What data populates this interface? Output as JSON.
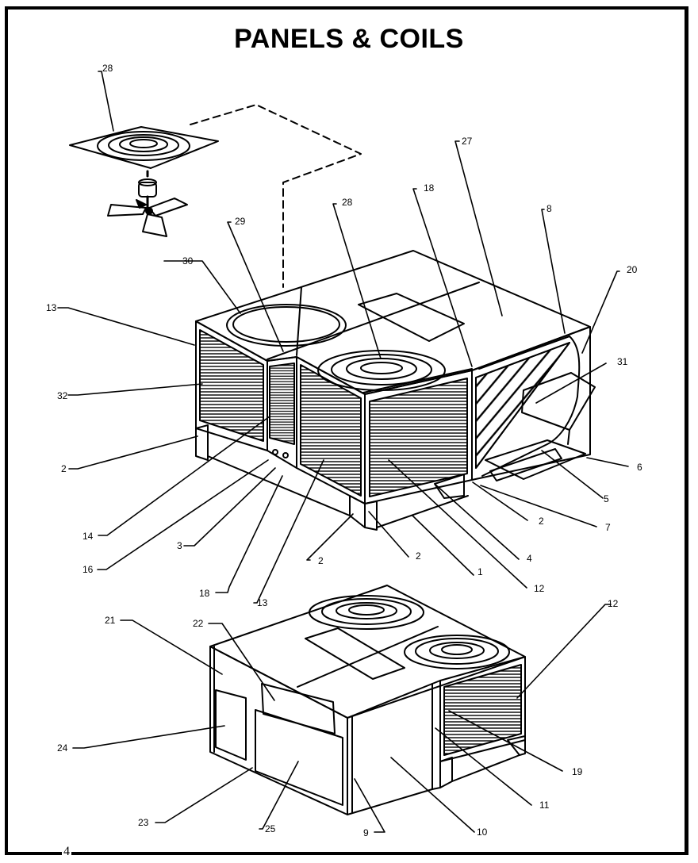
{
  "title": "PANELS & COILS",
  "page_number": "4",
  "callouts": {
    "c28a": "28",
    "c27": "27",
    "c18a": "18",
    "c28b": "28",
    "c29": "29",
    "c8": "8",
    "c20": "20",
    "c30": "30",
    "c13a": "13",
    "c31": "31",
    "c32": "32",
    "c6": "6",
    "c2a": "2",
    "c5": "5",
    "c2b": "2",
    "c7": "7",
    "c14": "14",
    "c4": "4",
    "c3": "3",
    "c2c": "2",
    "c2d": "2",
    "c1": "1",
    "c16": "16",
    "c12a": "12",
    "c18b": "18",
    "c13b": "13",
    "c21": "21",
    "c22": "22",
    "c12b": "12",
    "c24": "24",
    "c19": "19",
    "c11": "11",
    "c23": "23",
    "c25": "25",
    "c9": "9",
    "c10": "10"
  }
}
